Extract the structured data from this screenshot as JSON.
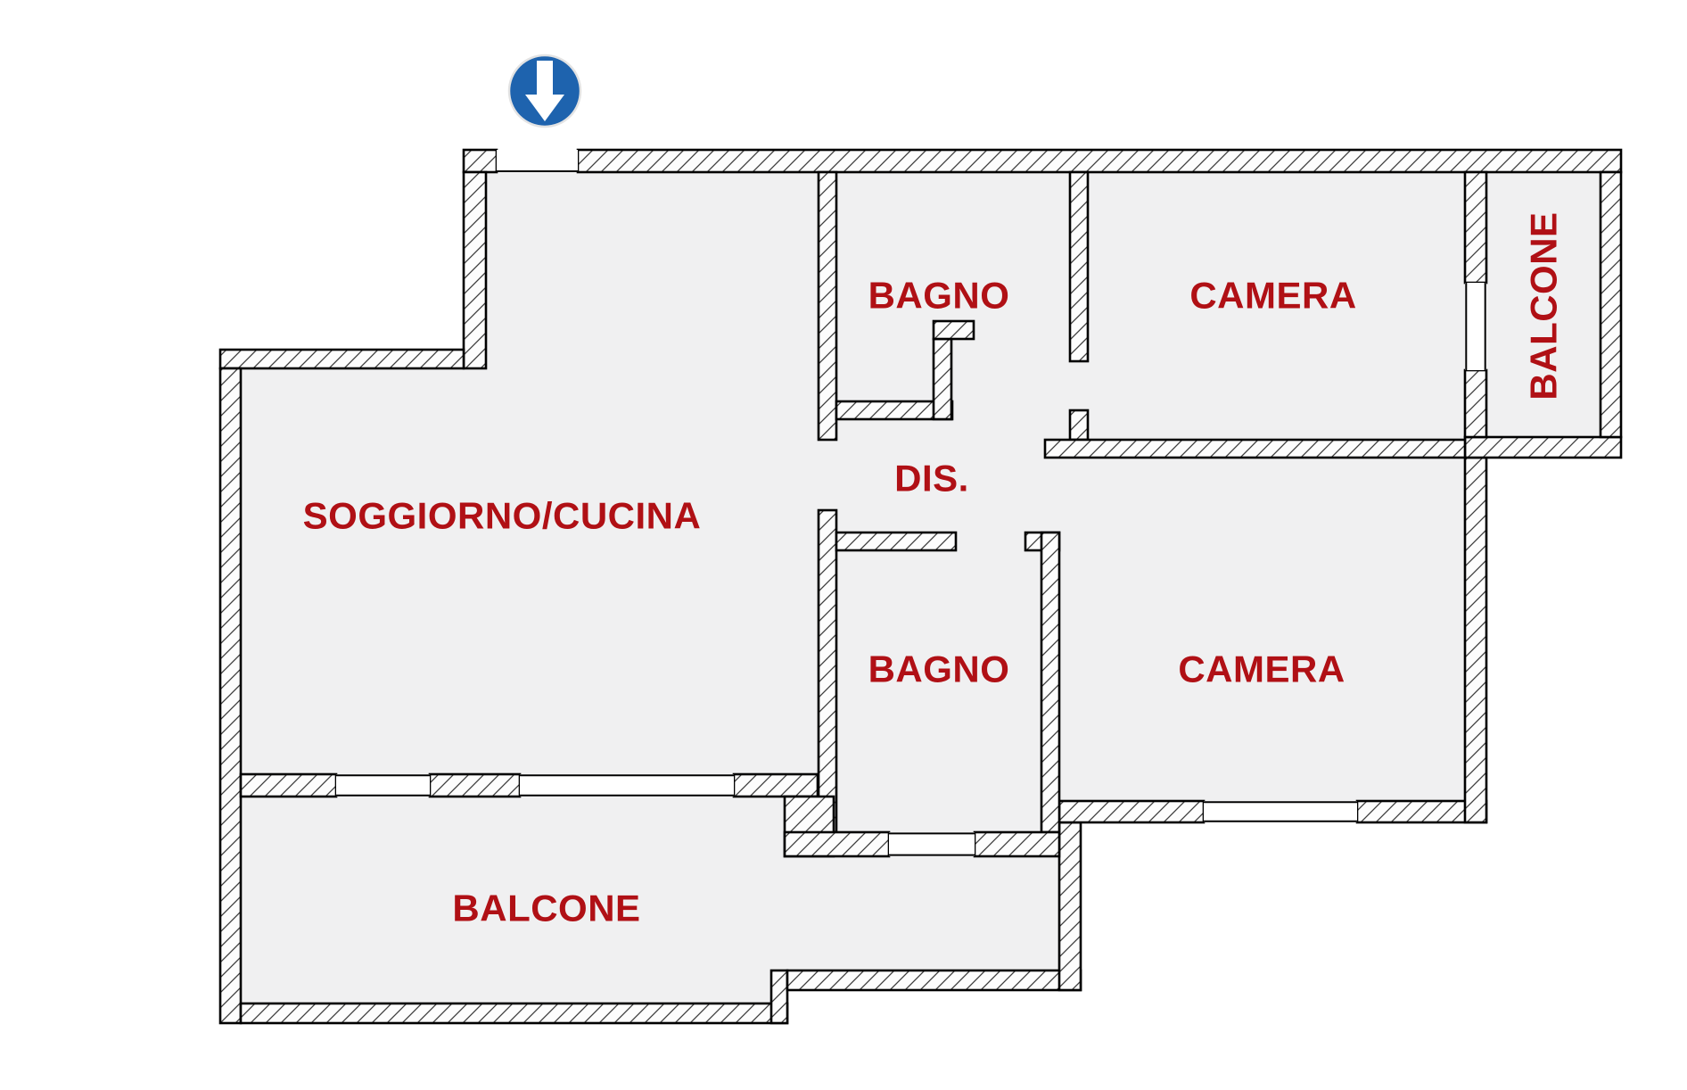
{
  "meta": {
    "type": "floor-plan",
    "language": "italian",
    "drawing_style": "hatched-walls"
  },
  "colors": {
    "label_red": "#B01015",
    "floor_gray": "#F0F0F1",
    "wall_fill": "#FDFDFD",
    "wall_outline": "#000000",
    "hatch_line": "#3D3D3D",
    "entrance_blue": "#1E63AE",
    "background": "#FFFFFF"
  },
  "entrance": {
    "icon": "down-arrow-in-circle",
    "meaning": "entrance direction"
  },
  "rooms": [
    {
      "id": "soggiorno-cucina",
      "label": "SOGGIORNO/CUCINA"
    },
    {
      "id": "bagno-top",
      "label": "BAGNO"
    },
    {
      "id": "camera-top",
      "label": "CAMERA"
    },
    {
      "id": "balcone-right",
      "label": "BALCONE"
    },
    {
      "id": "disimpegno",
      "label": "DIS."
    },
    {
      "id": "bagno-bottom",
      "label": "BAGNO"
    },
    {
      "id": "camera-bottom",
      "label": "CAMERA"
    },
    {
      "id": "balcone-bottom",
      "label": "BALCONE"
    }
  ]
}
